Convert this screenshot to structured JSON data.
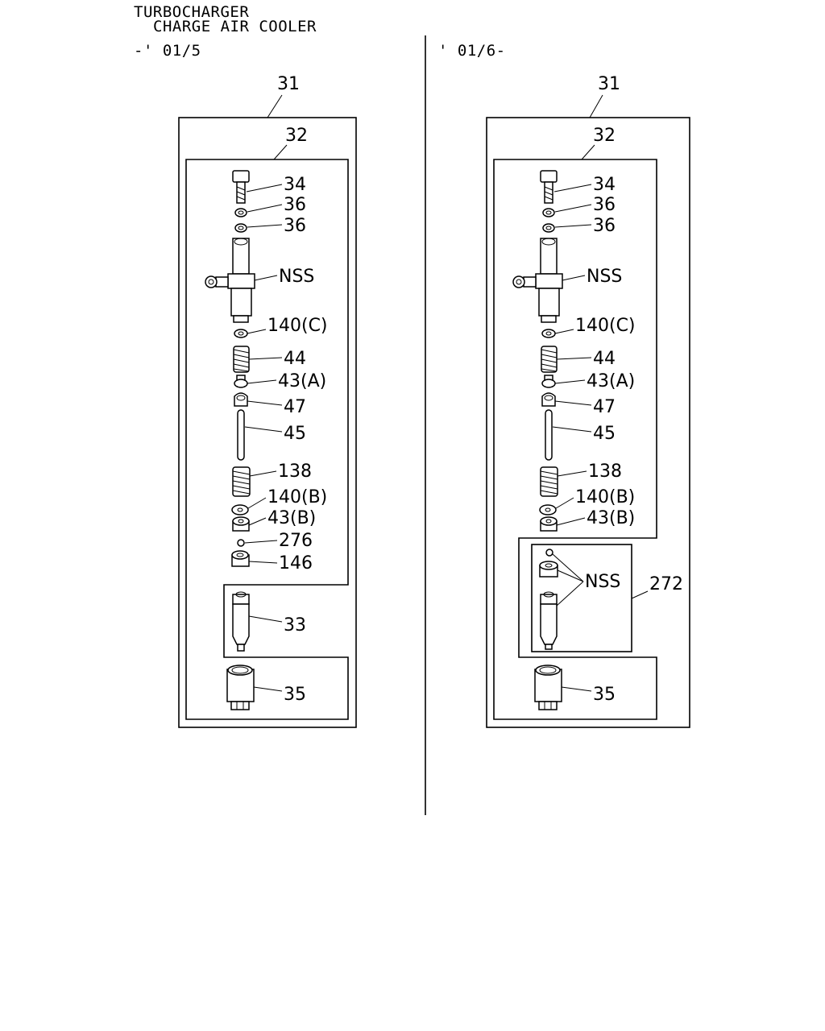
{
  "header": {
    "title_line1": "TURBOCHARGER",
    "title_line2": "CHARGE AIR COOLER",
    "left_range": "-' 01/5",
    "right_range": "' 01/6-"
  },
  "left_panel": {
    "assembly": "31",
    "sub_assembly": "32",
    "parts": {
      "p34": "34",
      "p36a": "36",
      "p36b": "36",
      "nss": "NSS",
      "p140c": "140(C)",
      "p44": "44",
      "p43a": "43(A)",
      "p47": "47",
      "p45": "45",
      "p138": "138",
      "p140b": "140(B)",
      "p43b": "43(B)",
      "p276": "276",
      "p146": "146",
      "p33": "33",
      "p35": "35"
    }
  },
  "right_panel": {
    "assembly": "31",
    "sub_assembly": "32",
    "parts": {
      "p34": "34",
      "p36a": "36",
      "p36b": "36",
      "nss": "NSS",
      "p140c": "140(C)",
      "p44": "44",
      "p43a": "43(A)",
      "p47": "47",
      "p45": "45",
      "p138": "138",
      "p140b": "140(B)",
      "p43b": "43(B)",
      "nss2": "NSS",
      "p272": "272",
      "p35": "35"
    }
  }
}
